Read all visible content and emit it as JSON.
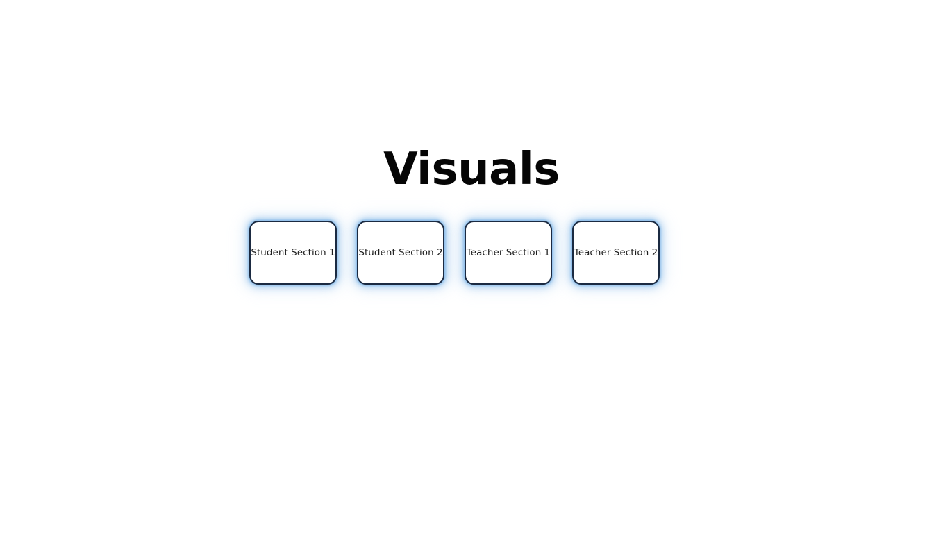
{
  "page": {
    "title": "Visuals",
    "background_color": "#ffffff"
  },
  "theme": {
    "title_color": "#050505",
    "node_fill": "#ffffff",
    "node_border_color": "#1b2a41",
    "node_glow_color": "#8fc4ef",
    "node_label_color": "#1f1f1f"
  },
  "nodes": [
    {
      "label": "Student Section 1"
    },
    {
      "label": "Student Section 2"
    },
    {
      "label": "Teacher Section 1"
    },
    {
      "label": "Teacher Section 2"
    }
  ]
}
